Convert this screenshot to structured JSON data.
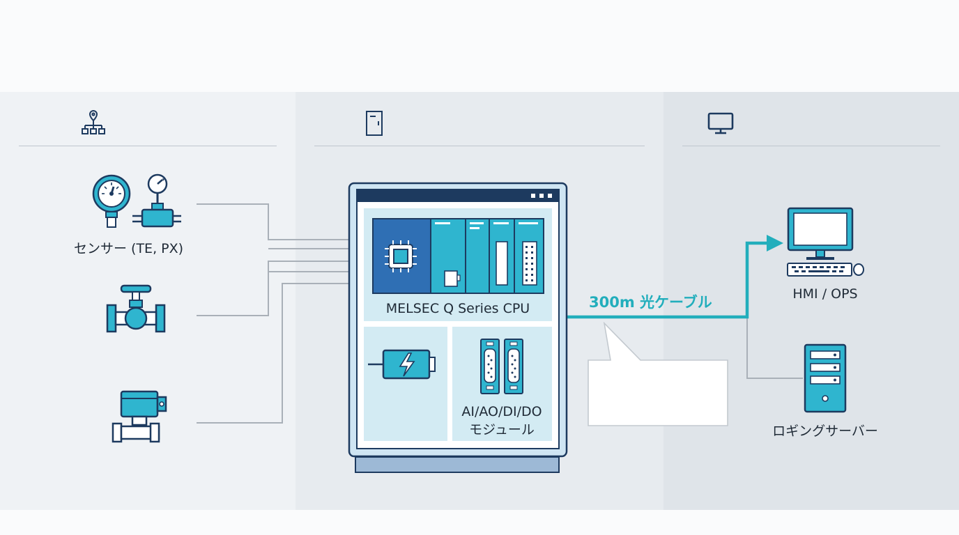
{
  "sections": {
    "field": {
      "icon": "network-tree-icon"
    },
    "controller": {
      "icon": "cabinet-icon"
    },
    "upper": {
      "icon": "monitor-icon"
    }
  },
  "field_devices": {
    "sensor_label": "センサー (TE, PX)",
    "icons": [
      "pressure-gauge-icon",
      "pressure-transmitter-icon",
      "control-valve-icon",
      "solenoid-valve-icon"
    ]
  },
  "plc": {
    "cpu_label": "MELSEC Q Series CPU",
    "io_label_line1": "AI/AO/DI/DO",
    "io_label_line2": "モジュール",
    "icons": [
      "cpu-chip-icon",
      "battery-icon",
      "io-connector-icon"
    ]
  },
  "cable": {
    "label": "300m 光ケーブル"
  },
  "upper_devices": {
    "hmi_label": "HMI / OPS",
    "logging_label": "ロギングサーバー",
    "icons": [
      "computer-icon",
      "server-icon"
    ]
  },
  "colors": {
    "accent": "#22aebc",
    "cpu_blue": "#2f6fb4",
    "module_teal": "#2fb5cf",
    "line_gray": "#a9b0b8",
    "navy": "#1d3a5f"
  }
}
